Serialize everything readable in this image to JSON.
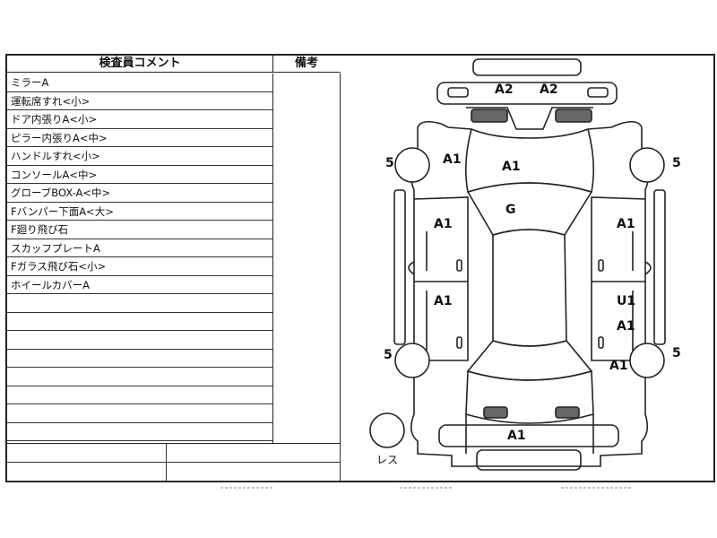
{
  "header": {
    "comment_title": "検査員コメント",
    "remarks_title": "備考"
  },
  "comments": [
    "ミラーA",
    "運転席すれ<小>",
    "ドア内張りA<小>",
    "ピラー内張りA<中>",
    "ハンドルすれ<小>",
    "コンソールA<中>",
    "グローブBOX-A<中>",
    "Fバンパー下面A<大>",
    "F廻り飛び石",
    "スカッフプレートA",
    "Fガラス飛び石<小>",
    "ホイールカバーA",
    "",
    "",
    "",
    "",
    "",
    "",
    "",
    ""
  ],
  "diagram": {
    "marks": {
      "rear_bumper_left": "A2",
      "rear_bumper_right": "A2",
      "roof": "A1",
      "rear_left_fender": "A1",
      "rear_glass": "G",
      "rear_left_door": "A1",
      "front_left_door": "A1",
      "rear_right_door": "A1",
      "front_right_door": "U1",
      "front_right_fender": "A1",
      "front_right_corner": "A1",
      "front_bumper": "A1"
    },
    "tires": {
      "rear_left": "5",
      "rear_right": "5",
      "front_left": "5",
      "front_right": "5"
    },
    "spare_label": "レス"
  }
}
